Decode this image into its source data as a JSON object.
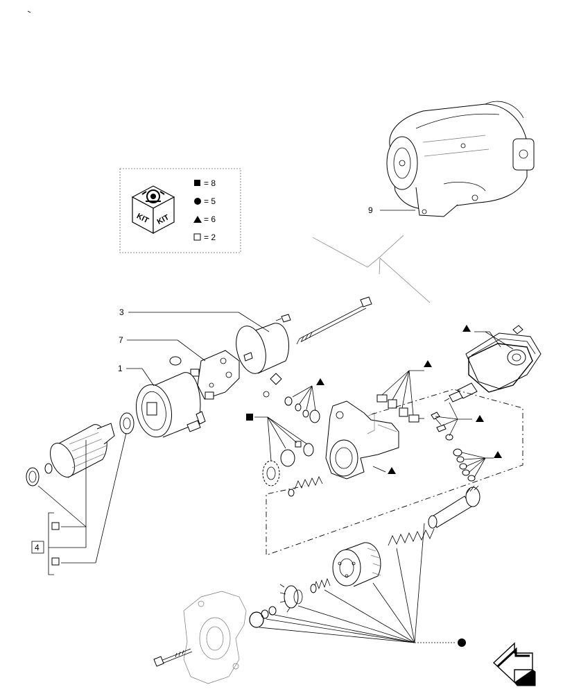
{
  "callouts": [
    "1",
    "3",
    "4",
    "7",
    "9"
  ],
  "kit_legend": {
    "icon_text": [
      "KIT",
      "KIT"
    ],
    "rows": [
      {
        "symbol": "filled-square",
        "text": "= 8"
      },
      {
        "symbol": "filled-circle",
        "text": "= 5"
      },
      {
        "symbol": "filled-triangle",
        "text": "= 6"
      },
      {
        "symbol": "open-square",
        "text": "= 2"
      }
    ]
  },
  "symbols": {
    "filled_square": "filled-square-icon",
    "filled_circle": "filled-circle-icon",
    "filled_triangle": "filled-triangle-icon",
    "open_square": "open-square-icon",
    "navigation_arrow": "next-page-arrow-icon"
  }
}
